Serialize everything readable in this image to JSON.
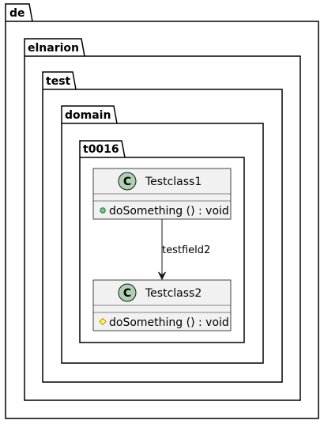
{
  "packages": [
    {
      "name": "de"
    },
    {
      "name": "elnarion"
    },
    {
      "name": "test"
    },
    {
      "name": "domain"
    },
    {
      "name": "t0016"
    }
  ],
  "classes": [
    {
      "stereotype_letter": "C",
      "name": "Testclass1",
      "methods": [
        {
          "visibility": "public",
          "signature": "doSomething () : void"
        }
      ]
    },
    {
      "stereotype_letter": "C",
      "name": "Testclass2",
      "methods": [
        {
          "visibility": "protected",
          "signature": "doSomething () : void"
        }
      ]
    }
  ],
  "relation": {
    "label": "testfield2"
  },
  "colors": {
    "class_fill": "#f1f1f1",
    "class_border": "#181818",
    "stereotype_circle": "#add1b2",
    "public_marker": "#84be84",
    "protected_marker": "#ffff44"
  }
}
